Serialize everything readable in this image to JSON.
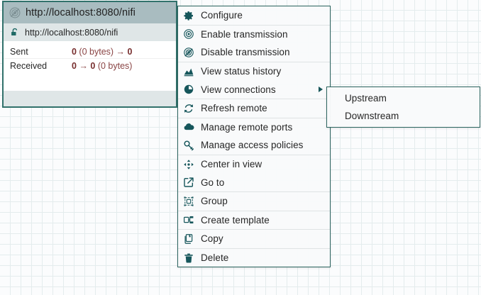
{
  "canvas": {
    "grid_color": "#e4eced",
    "background": "#fbfcfd"
  },
  "remote_process_group": {
    "name": "http://localhost:8080/nifi",
    "header_icon": "transmission-disabled-icon",
    "header_bg": "#a9bcc0",
    "border_color": "#31716b",
    "uri": "http://localhost:8080/nifi",
    "uri_icon": "unlocked-padlock-icon",
    "stats": [
      {
        "label": "Sent",
        "icon": "sent-icon",
        "parts": [
          {
            "text": "0",
            "bold": true
          },
          {
            "text": " (0 bytes) ",
            "bold": false
          },
          {
            "text": "→",
            "bold": false
          },
          {
            "text": " 0",
            "bold": true
          }
        ],
        "value_text": "0 (0 bytes) → 0"
      },
      {
        "label": "Received",
        "icon": "received-icon",
        "parts": [
          {
            "text": "0",
            "bold": true
          },
          {
            "text": " → ",
            "bold": false
          },
          {
            "text": "0",
            "bold": true
          },
          {
            "text": " (0 bytes)",
            "bold": false
          }
        ],
        "value_text": "0 → 0 (0 bytes)"
      }
    ],
    "stat_value_color": "#8a4545"
  },
  "context_menu": {
    "border_color": "#2c6560",
    "background": "#f9fafb",
    "groups": [
      {
        "items": [
          {
            "label": "Configure",
            "icon": "gear-icon"
          }
        ]
      },
      {
        "items": [
          {
            "label": "Enable transmission",
            "icon": "transmission-enabled-icon"
          },
          {
            "label": "Disable transmission",
            "icon": "transmission-disabled-icon"
          }
        ]
      },
      {
        "items": [
          {
            "label": "View status history",
            "icon": "status-history-chart-icon"
          },
          {
            "label": "View connections",
            "icon": "view-connections-icon",
            "has_submenu": true
          }
        ]
      },
      {
        "items": [
          {
            "label": "Refresh remote",
            "icon": "refresh-icon"
          }
        ]
      },
      {
        "items": [
          {
            "label": "Manage remote ports",
            "icon": "cloud-icon"
          },
          {
            "label": "Manage access policies",
            "icon": "key-icon"
          }
        ]
      },
      {
        "items": [
          {
            "label": "Center in view",
            "icon": "center-in-view-icon"
          },
          {
            "label": "Go to",
            "icon": "external-link-icon"
          }
        ]
      },
      {
        "items": [
          {
            "label": "Group",
            "icon": "group-icon"
          }
        ]
      },
      {
        "items": [
          {
            "label": "Create template",
            "icon": "template-icon"
          }
        ]
      },
      {
        "items": [
          {
            "label": "Copy",
            "icon": "copy-icon"
          }
        ]
      },
      {
        "items": [
          {
            "label": "Delete",
            "icon": "trash-icon"
          }
        ]
      }
    ]
  },
  "submenu": {
    "parent_label": "View connections",
    "items": [
      {
        "label": "Upstream"
      },
      {
        "label": "Downstream"
      }
    ]
  }
}
